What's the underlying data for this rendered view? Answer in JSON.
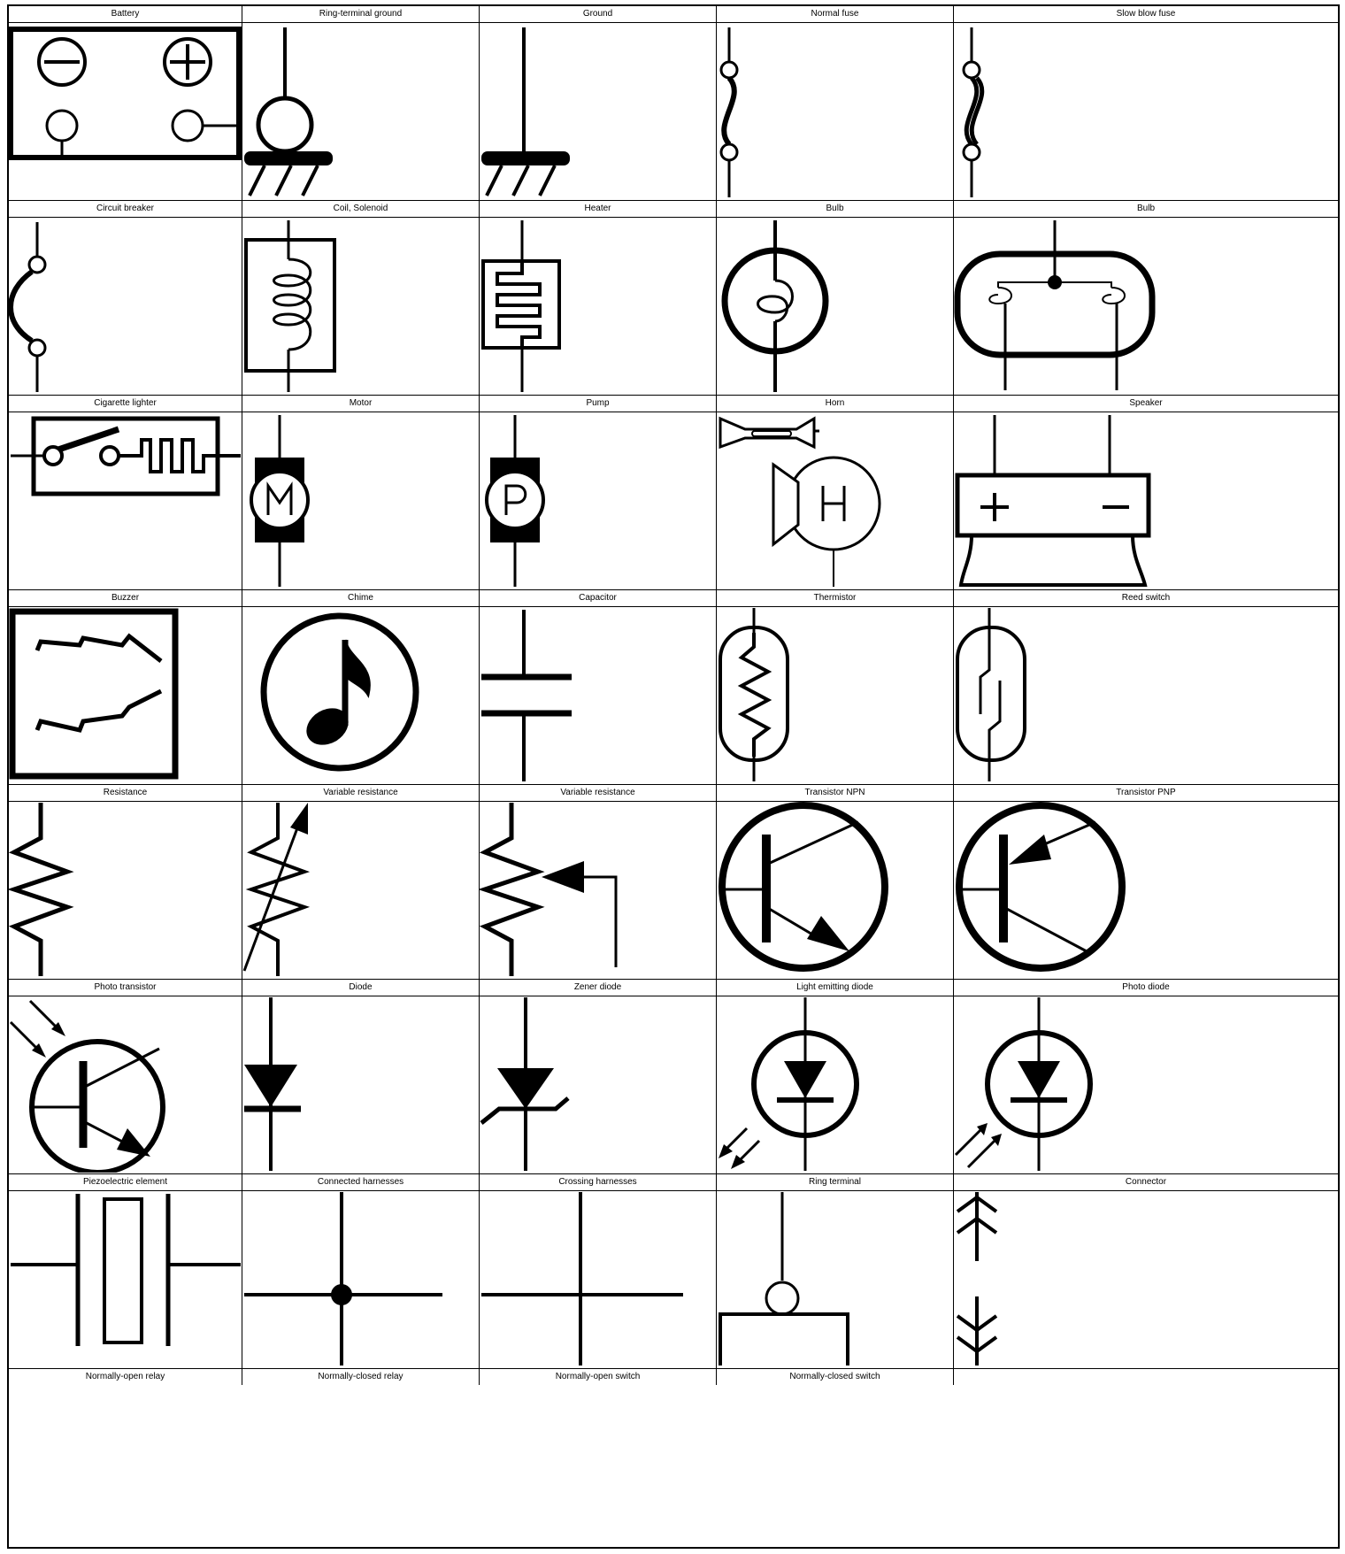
{
  "title": "",
  "grid": {
    "columns": 5,
    "rows": 7,
    "symbols": [
      {
        "label": "Battery",
        "icon": "battery-symbol"
      },
      {
        "label": "Ring-terminal ground",
        "icon": "ring-terminal-ground-symbol"
      },
      {
        "label": "Ground",
        "icon": "ground-symbol"
      },
      {
        "label": "Normal fuse",
        "icon": "normal-fuse-symbol"
      },
      {
        "label": "Slow blow fuse",
        "icon": "slow-blow-fuse-symbol"
      },
      {
        "label": "Circuit breaker",
        "icon": "circuit-breaker-symbol"
      },
      {
        "label": "Coil, Solenoid",
        "icon": "coil-solenoid-symbol"
      },
      {
        "label": "Heater",
        "icon": "heater-symbol"
      },
      {
        "label": "Bulb",
        "icon": "bulb-symbol"
      },
      {
        "label": "Bulb",
        "icon": "double-filament-bulb-symbol"
      },
      {
        "label": "Cigarette lighter",
        "icon": "cigarette-lighter-symbol"
      },
      {
        "label": "Motor",
        "icon": "motor-symbol"
      },
      {
        "label": "Pump",
        "icon": "pump-symbol"
      },
      {
        "label": "Horn",
        "icon": "horn-symbol"
      },
      {
        "label": "Speaker",
        "icon": "speaker-symbol"
      },
      {
        "label": "Buzzer",
        "icon": "buzzer-symbol"
      },
      {
        "label": "Chime",
        "icon": "chime-symbol"
      },
      {
        "label": "Capacitor",
        "icon": "capacitor-symbol"
      },
      {
        "label": "Thermistor",
        "icon": "thermistor-symbol"
      },
      {
        "label": "Reed switch",
        "icon": "reed-switch-symbol"
      },
      {
        "label": "Resistance",
        "icon": "resistance-symbol"
      },
      {
        "label": "Variable resistance",
        "icon": "variable-resistance-arrow-symbol"
      },
      {
        "label": "Variable resistance",
        "icon": "variable-resistance-wiper-symbol"
      },
      {
        "label": "Transistor NPN",
        "icon": "transistor-npn-symbol"
      },
      {
        "label": "Transistor PNP",
        "icon": "transistor-pnp-symbol"
      },
      {
        "label": "Photo transistor",
        "icon": "photo-transistor-symbol"
      },
      {
        "label": "Diode",
        "icon": "diode-symbol"
      },
      {
        "label": "Zener diode",
        "icon": "zener-diode-symbol"
      },
      {
        "label": "Light emitting diode",
        "icon": "led-symbol"
      },
      {
        "label": "Photo diode",
        "icon": "photo-diode-symbol"
      },
      {
        "label": "Piezoelectric element",
        "icon": "piezoelectric-element-symbol"
      },
      {
        "label": "Connected harnesses",
        "icon": "connected-harnesses-symbol"
      },
      {
        "label": "Crossing harnesses",
        "icon": "crossing-harnesses-symbol"
      },
      {
        "label": "Ring terminal",
        "icon": "ring-terminal-symbol"
      },
      {
        "label": "Connector",
        "icon": "connector-symbol"
      }
    ],
    "bottom_labels": [
      "Normally-open relay",
      "Normally-closed relay",
      "Normally-open switch",
      "Normally-closed switch",
      ""
    ]
  }
}
